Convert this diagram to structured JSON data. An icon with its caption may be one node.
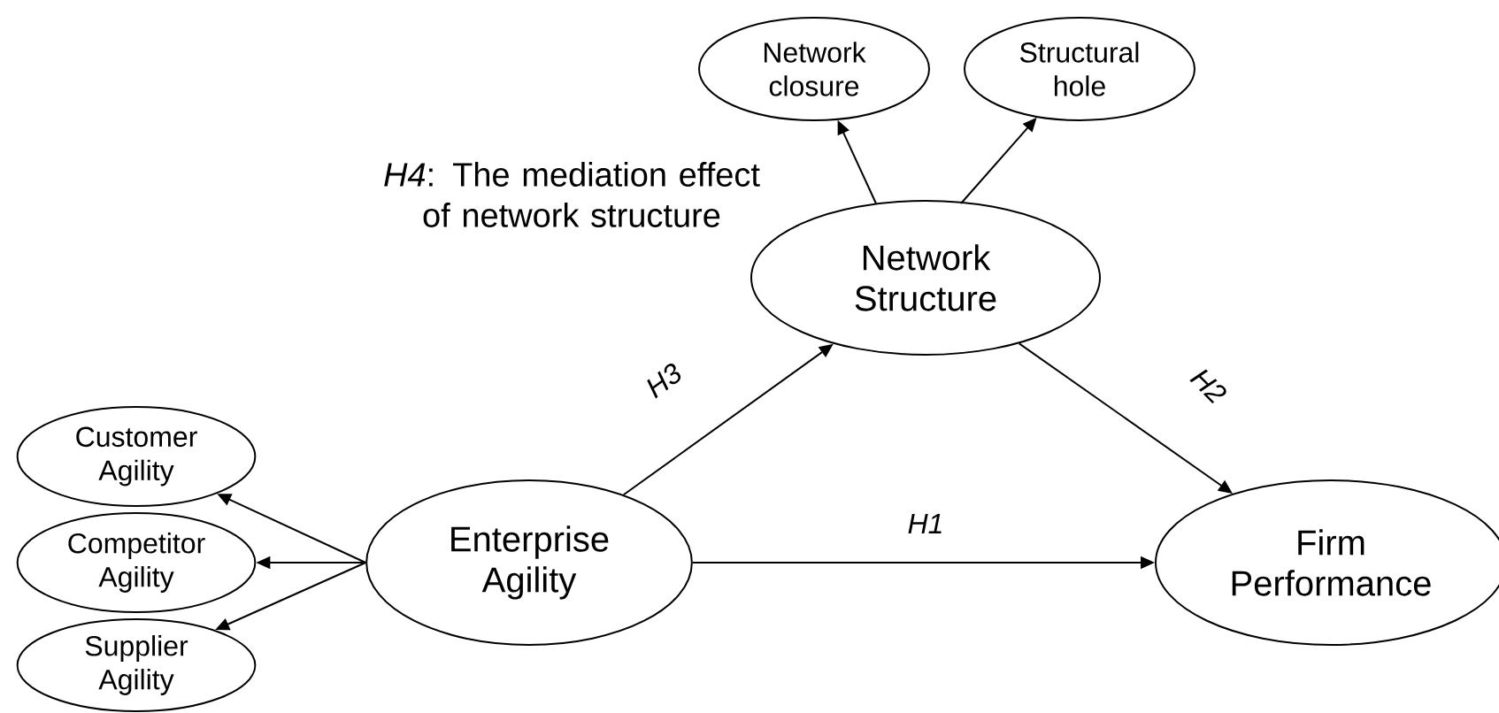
{
  "diagram": {
    "nodes": [
      {
        "text": [
          "Network closure"
        ]
      },
      {
        "text": [
          "Structural hole"
        ]
      },
      {
        "text": [
          "Network Structure"
        ]
      },
      {
        "text": [
          "Customer Agility"
        ]
      },
      {
        "text": [
          "Competitor Agility"
        ]
      },
      {
        "text": [
          "Supplier Agility"
        ]
      },
      {
        "text": [
          "Enterprise Agility"
        ]
      },
      {
        "text": [
          "Firm Performance"
        ]
      }
    ],
    "edges": [
      {
        "from": 2,
        "to": 0,
        "arrow": "to"
      },
      {
        "from": 2,
        "to": 1,
        "arrow": "to"
      },
      {
        "from": 6,
        "to": 3,
        "arrow": "to"
      },
      {
        "from": 6,
        "to": 4,
        "arrow": "to"
      },
      {
        "from": 6,
        "to": 5,
        "arrow": "to"
      },
      {
        "from": 6,
        "to": 2,
        "arrow": "to",
        "label": "H3"
      },
      {
        "from": 2,
        "to": 7,
        "arrow": "to",
        "label": "H2"
      },
      {
        "from": 6,
        "to": 7,
        "arrow": "to",
        "label": "H1"
      }
    ],
    "labels": [
      "*H4*: The mediation effect of network structure"
    ]
  }
}
